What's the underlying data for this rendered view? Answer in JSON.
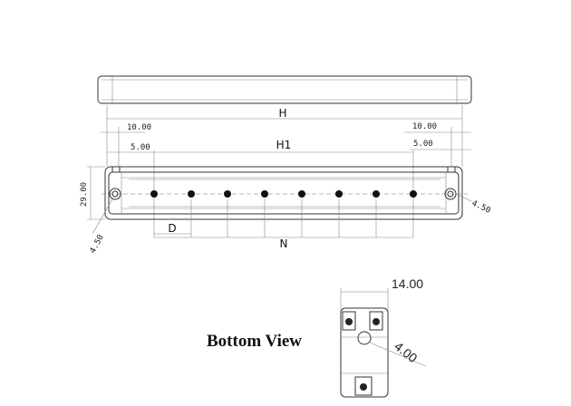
{
  "labels": {
    "H": "H",
    "H1": "H1",
    "N": "N",
    "D": "D",
    "top_left_10": "10.00",
    "top_left_5": "5.00",
    "top_right_10": "10.00",
    "top_right_5": "5.00",
    "height_29": "29.00",
    "hole_left": "4.50",
    "hole_right": "4.50",
    "bottom_width": "14.00",
    "bottom_hole": "4.00",
    "bottom_caption": "Bottom View"
  },
  "led_count": 8
}
